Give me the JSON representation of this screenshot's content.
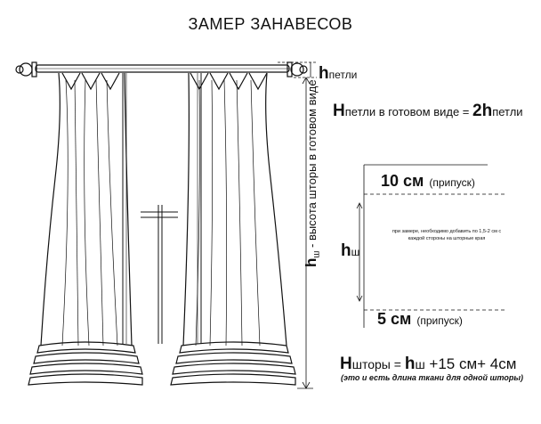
{
  "title": "ЗАМЕР ЗАНАВЕСОВ",
  "loop_label": {
    "h": "h",
    "sub": "петли"
  },
  "vertical_label": {
    "h": "h",
    "sub": "ш",
    "text": " - высота шторы в готовом виде"
  },
  "ready_loop": {
    "H": "H",
    "sub": "петли в готовом виде",
    "eq": " = ",
    "val": "2h",
    "val_sub": "петли"
  },
  "allowance_top": {
    "value": "10 см",
    "note": "(припуск)"
  },
  "allowance_bottom": {
    "value": "5 см",
    "note": "(припуск)"
  },
  "hsh_label": {
    "h": "h",
    "sub": "ш"
  },
  "side_note": "при замере, необходимо добавить по 1,5-2 см с каждой стороны на шторные края",
  "formula": {
    "H": "H",
    "sub": "шторы",
    "eq": " = ",
    "h": "h",
    "h_sub": "ш",
    "rest": " +15 см+ 4см"
  },
  "formula_note": "(это и есть длина ткани для  одной шторы)"
}
